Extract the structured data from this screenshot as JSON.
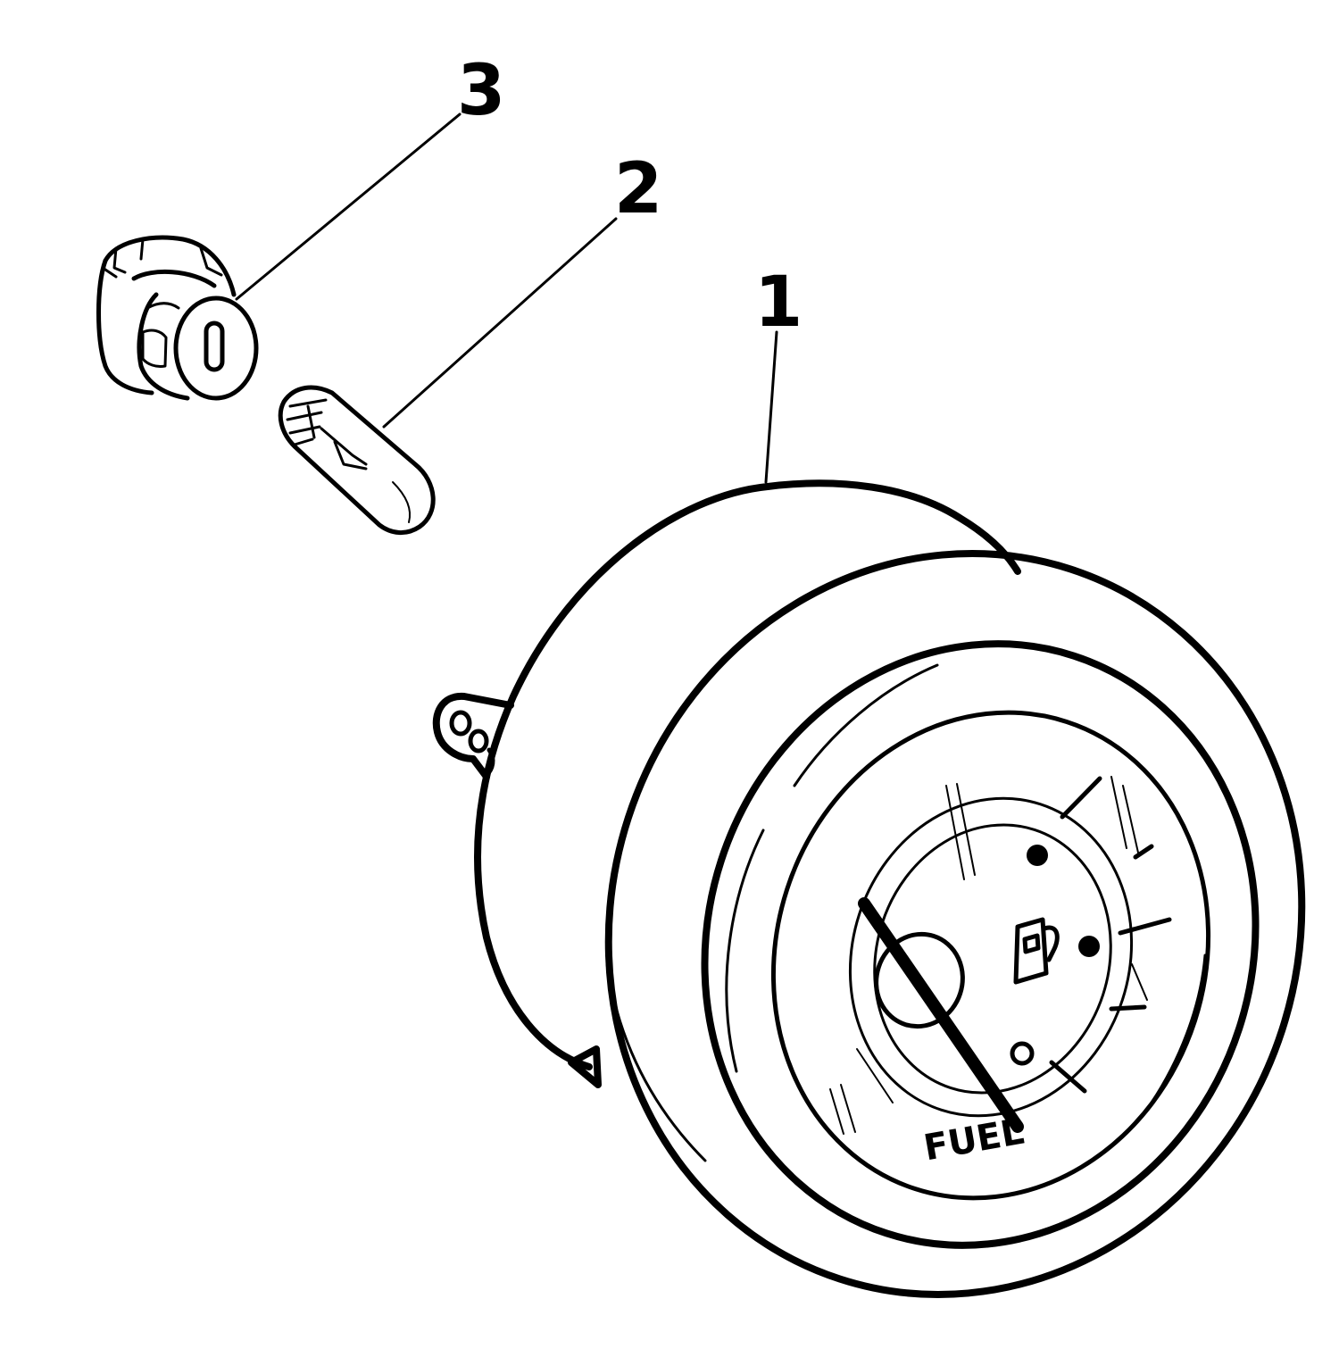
{
  "callouts": [
    {
      "id": "1",
      "label": "1"
    },
    {
      "id": "2",
      "label": "2"
    },
    {
      "id": "3",
      "label": "3"
    }
  ],
  "gauge": {
    "dial_label": "FUEL"
  },
  "colors": {
    "ink": "#000000",
    "background": "#ffffff"
  }
}
